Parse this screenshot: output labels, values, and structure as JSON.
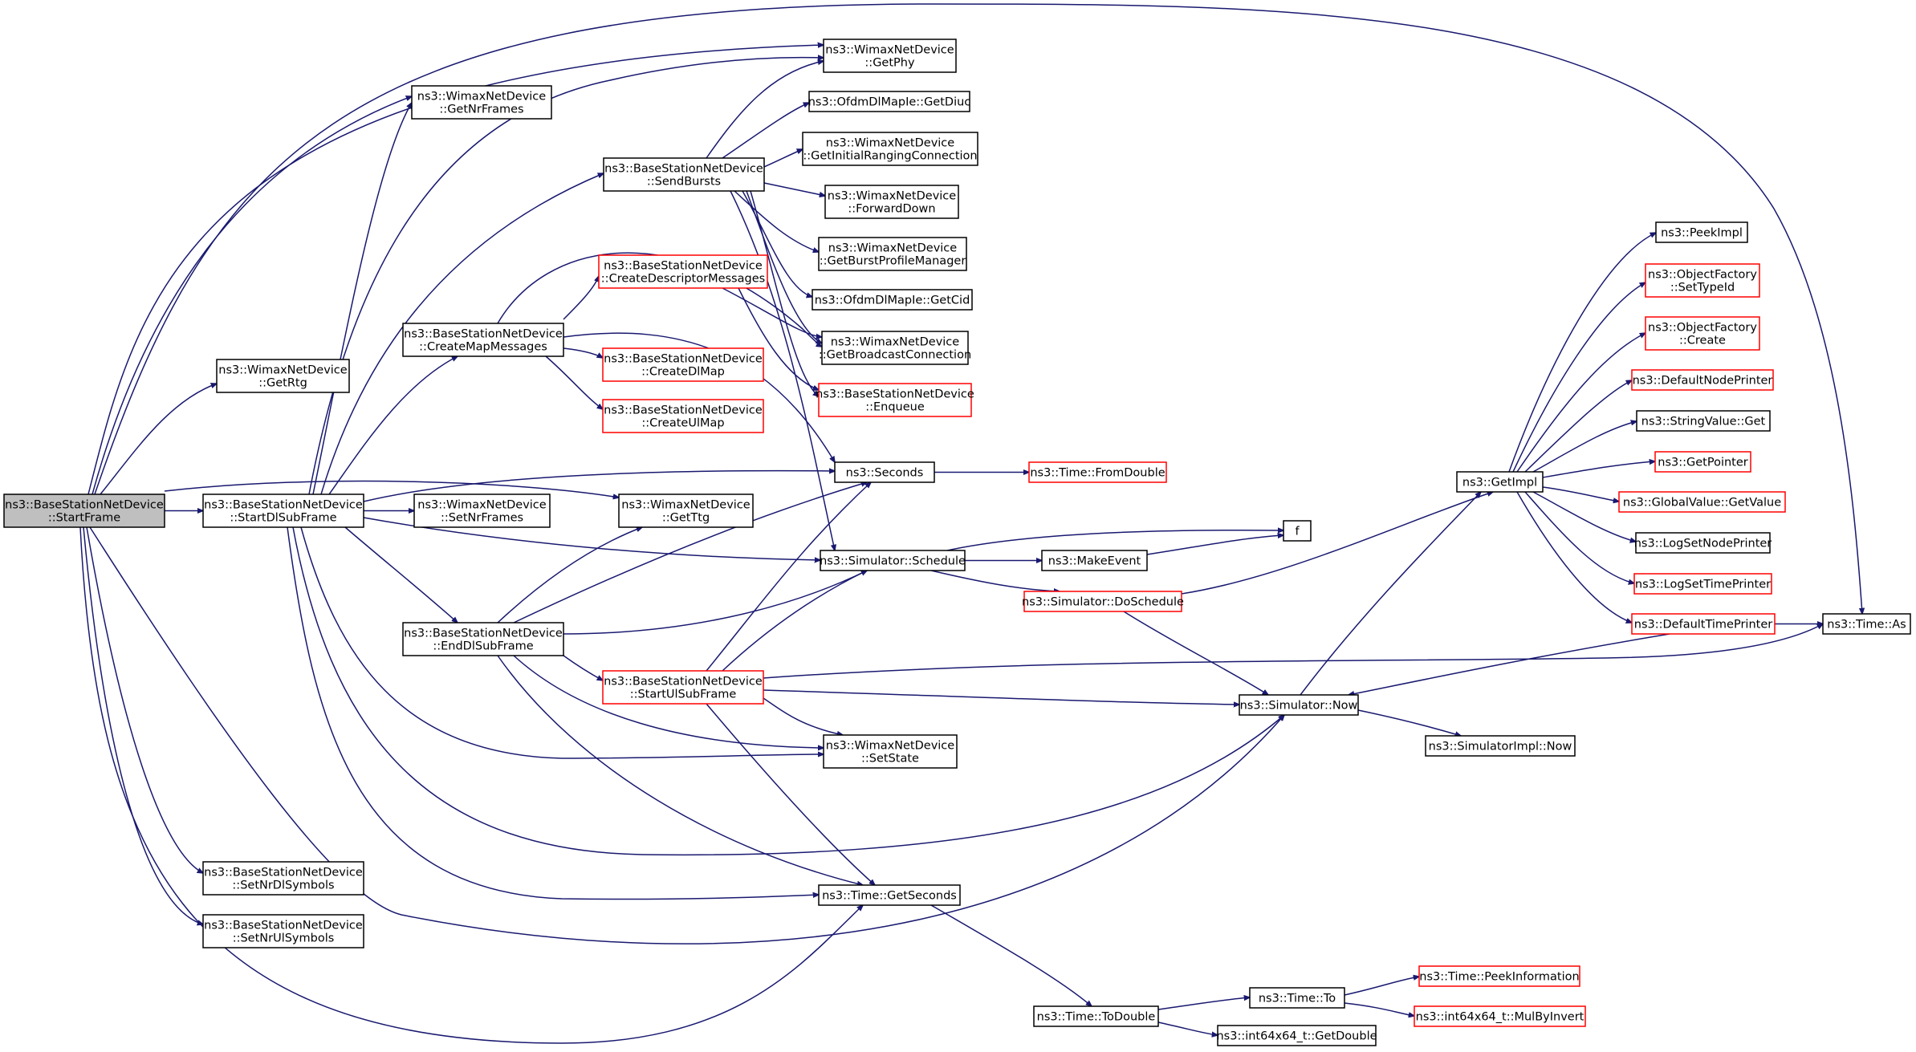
{
  "colors": {
    "edge": "#191970",
    "node_border": "#000000",
    "truncated_border": "#ff0000",
    "root_fill": "#bfbfbf"
  },
  "nodes": [
    {
      "id": "n0",
      "lines": [
        "ns3::BaseStationNetDevice",
        "::StartFrame"
      ],
      "style": "root"
    },
    {
      "id": "n1",
      "lines": [
        "ns3::BaseStationNetDevice",
        "::StartDlSubFrame"
      ]
    },
    {
      "id": "n2",
      "lines": [
        "ns3::WimaxNetDevice",
        "::GetPhy"
      ]
    },
    {
      "id": "n3",
      "lines": [
        "ns3::WimaxNetDevice",
        "::GetNrFrames"
      ]
    },
    {
      "id": "n4",
      "lines": [
        "ns3::WimaxNetDevice",
        "::GetRtg"
      ]
    },
    {
      "id": "n5",
      "lines": [
        "ns3::BaseStationNetDevice",
        "::SendBursts"
      ]
    },
    {
      "id": "n6",
      "lines": [
        "ns3::OfdmDlMapIe::GetDiuc"
      ]
    },
    {
      "id": "n7",
      "lines": [
        "ns3::WimaxNetDevice",
        "::GetInitialRangingConnection"
      ]
    },
    {
      "id": "n8",
      "lines": [
        "ns3::WimaxNetDevice",
        "::ForwardDown"
      ]
    },
    {
      "id": "n9",
      "lines": [
        "ns3::WimaxNetDevice",
        "::GetBurstProfileManager"
      ]
    },
    {
      "id": "n10",
      "lines": [
        "ns3::OfdmDlMapIe::GetCid"
      ]
    },
    {
      "id": "n11",
      "lines": [
        "ns3::WimaxNetDevice",
        "::GetBroadcastConnection"
      ]
    },
    {
      "id": "n12",
      "lines": [
        "ns3::BaseStationNetDevice",
        "::Enqueue"
      ],
      "style": "red"
    },
    {
      "id": "n13",
      "lines": [
        "ns3::BaseStationNetDevice",
        "::CreateDescriptorMessages"
      ],
      "style": "red"
    },
    {
      "id": "n14",
      "lines": [
        "ns3::BaseStationNetDevice",
        "::CreateMapMessages"
      ]
    },
    {
      "id": "n15",
      "lines": [
        "ns3::BaseStationNetDevice",
        "::CreateDlMap"
      ],
      "style": "red"
    },
    {
      "id": "n16",
      "lines": [
        "ns3::BaseStationNetDevice",
        "::CreateUlMap"
      ],
      "style": "red"
    },
    {
      "id": "n17",
      "lines": [
        "ns3::WimaxNetDevice",
        "::SetNrFrames"
      ]
    },
    {
      "id": "n18",
      "lines": [
        "ns3::WimaxNetDevice",
        "::GetTtg"
      ]
    },
    {
      "id": "n19",
      "lines": [
        "ns3::Seconds"
      ]
    },
    {
      "id": "n20",
      "lines": [
        "ns3::Time::FromDouble"
      ],
      "style": "red"
    },
    {
      "id": "n21",
      "lines": [
        "ns3::Simulator::Schedule"
      ]
    },
    {
      "id": "n22",
      "lines": [
        "ns3::MakeEvent"
      ]
    },
    {
      "id": "n23",
      "lines": [
        "f"
      ]
    },
    {
      "id": "n24",
      "lines": [
        "ns3::Simulator::DoSchedule"
      ],
      "style": "red"
    },
    {
      "id": "n25",
      "lines": [
        "ns3::BaseStationNetDevice",
        "::EndDlSubFrame"
      ]
    },
    {
      "id": "n26",
      "lines": [
        "ns3::BaseStationNetDevice",
        "::StartUlSubFrame"
      ],
      "style": "red"
    },
    {
      "id": "n27",
      "lines": [
        "ns3::WimaxNetDevice",
        "::SetState"
      ]
    },
    {
      "id": "n28",
      "lines": [
        "ns3::Time::GetSeconds"
      ]
    },
    {
      "id": "n29",
      "lines": [
        "ns3::Time::ToDouble"
      ]
    },
    {
      "id": "n30",
      "lines": [
        "ns3::Time::To"
      ]
    },
    {
      "id": "n31",
      "lines": [
        "ns3::int64x64_t::GetDouble"
      ]
    },
    {
      "id": "n32",
      "lines": [
        "ns3::Time::PeekInformation"
      ],
      "style": "red"
    },
    {
      "id": "n33",
      "lines": [
        "ns3::int64x64_t::MulByInvert"
      ],
      "style": "red"
    },
    {
      "id": "n34",
      "lines": [
        "ns3::BaseStationNetDevice",
        "::SetNrDlSymbols"
      ]
    },
    {
      "id": "n35",
      "lines": [
        "ns3::BaseStationNetDevice",
        "::SetNrUlSymbols"
      ]
    },
    {
      "id": "n36",
      "lines": [
        "ns3::Simulator::Now"
      ]
    },
    {
      "id": "n37",
      "lines": [
        "ns3::SimulatorImpl::Now"
      ]
    },
    {
      "id": "n38",
      "lines": [
        "ns3::GetImpl"
      ]
    },
    {
      "id": "n39",
      "lines": [
        "ns3::PeekImpl"
      ]
    },
    {
      "id": "n40",
      "lines": [
        "ns3::ObjectFactory",
        "::SetTypeId"
      ],
      "style": "red"
    },
    {
      "id": "n41",
      "lines": [
        "ns3::ObjectFactory",
        "::Create"
      ],
      "style": "red"
    },
    {
      "id": "n42",
      "lines": [
        "ns3::DefaultNodePrinter"
      ],
      "style": "red"
    },
    {
      "id": "n43",
      "lines": [
        "ns3::StringValue::Get"
      ]
    },
    {
      "id": "n44",
      "lines": [
        "ns3::GetPointer"
      ],
      "style": "red"
    },
    {
      "id": "n45",
      "lines": [
        "ns3::GlobalValue::GetValue"
      ],
      "style": "red"
    },
    {
      "id": "n46",
      "lines": [
        "ns3::LogSetNodePrinter"
      ]
    },
    {
      "id": "n47",
      "lines": [
        "ns3::LogSetTimePrinter"
      ],
      "style": "red"
    },
    {
      "id": "n48",
      "lines": [
        "ns3::DefaultTimePrinter"
      ],
      "style": "red"
    },
    {
      "id": "n49",
      "lines": [
        "ns3::Time::As"
      ]
    }
  ]
}
